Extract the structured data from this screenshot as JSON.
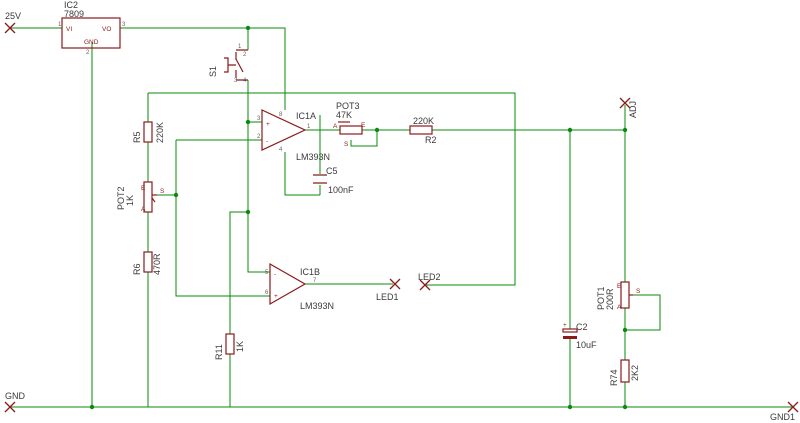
{
  "ports": {
    "in25": "25V",
    "gnd": "GND",
    "adj": "ADJ",
    "gnd1": "GND1",
    "led1": "LED1",
    "led2": "LED2"
  },
  "ic2": {
    "ref": "IC2",
    "value": "7809",
    "vi": "VI",
    "vo": "VO",
    "gnd": "GND",
    "p1": "1",
    "p2": "2",
    "p3": "3"
  },
  "s1": {
    "ref": "S1",
    "p1": "1",
    "p2": "2",
    "p3": "3",
    "p4": "4"
  },
  "r5": {
    "ref": "R5",
    "value": "220K"
  },
  "r6": {
    "ref": "R6",
    "value": "470R"
  },
  "r11": {
    "ref": "R11",
    "value": "1K"
  },
  "r2": {
    "ref": "R2",
    "value": "220K"
  },
  "r74": {
    "ref": "R74",
    "value": "2K2"
  },
  "pot2": {
    "ref": "POT2",
    "value": "1K",
    "a": "A",
    "e": "E",
    "s": "S"
  },
  "pot3": {
    "ref": "POT3",
    "value": "47K",
    "a": "A",
    "e": "E",
    "s": "S"
  },
  "pot1": {
    "ref": "POT1",
    "value": "200R",
    "a": "A",
    "e": "E",
    "s": "S"
  },
  "ic1a": {
    "ref": "IC1A",
    "part": "LM393N",
    "plus": "+",
    "minus": "-",
    "p3": "3",
    "p2": "2",
    "p1": "1",
    "p8": "8",
    "p4": "4"
  },
  "ic1b": {
    "ref": "IC1B",
    "part": "LM393N",
    "plus": "+",
    "minus": "-",
    "p5": "5",
    "p6": "6",
    "p7": "7"
  },
  "c5": {
    "ref": "C5",
    "value": "100nF"
  },
  "c2": {
    "ref": "C2",
    "value": "10uF",
    "plus": "+"
  }
}
